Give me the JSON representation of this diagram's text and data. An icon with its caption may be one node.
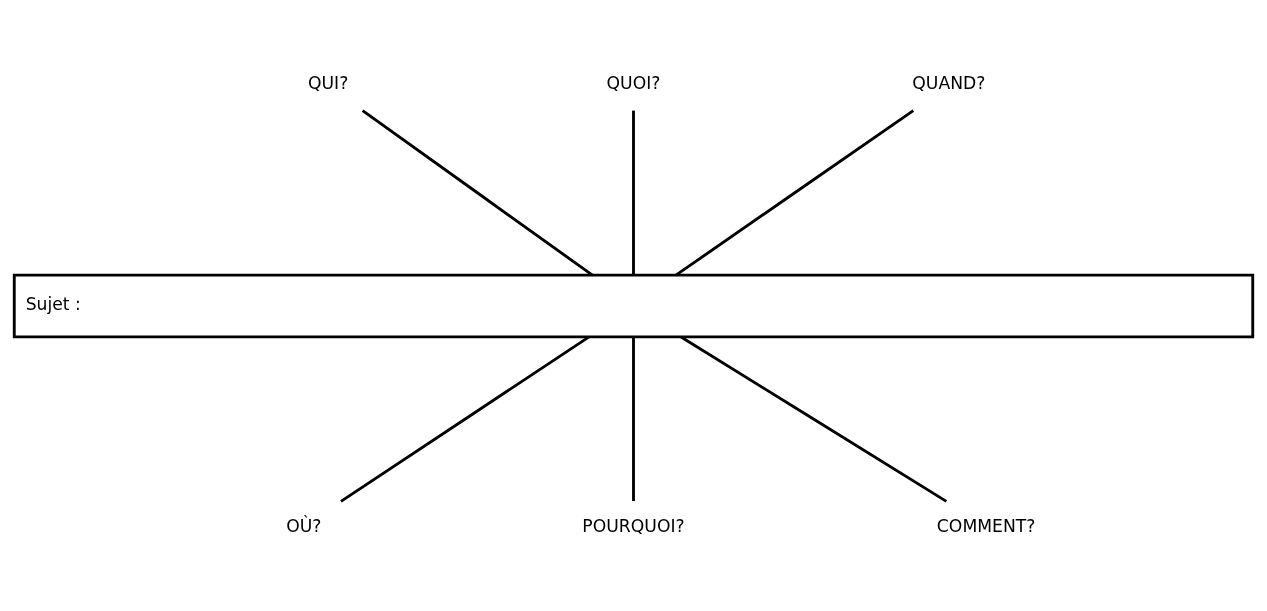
{
  "diagram": {
    "nodes": [
      {
        "text": [
          "QUI?"
        ]
      },
      {
        "text": [
          "QUOI?"
        ]
      },
      {
        "text": [
          "QUAND?"
        ]
      },
      {
        "text": [
          "Sujet :"
        ]
      },
      {
        "text": [
          "OÙ?"
        ]
      },
      {
        "text": [
          "POURQUOI?"
        ]
      },
      {
        "text": [
          "COMMENT?"
        ]
      }
    ],
    "edges": [
      {
        "from": 0,
        "to": 3,
        "arrow": "none"
      },
      {
        "from": 1,
        "to": 3,
        "arrow": "none"
      },
      {
        "from": 2,
        "to": 3,
        "arrow": "none"
      },
      {
        "from": 3,
        "to": 4,
        "arrow": "none"
      },
      {
        "from": 3,
        "to": 5,
        "arrow": "none"
      },
      {
        "from": 3,
        "to": 6,
        "arrow": "none"
      }
    ]
  }
}
